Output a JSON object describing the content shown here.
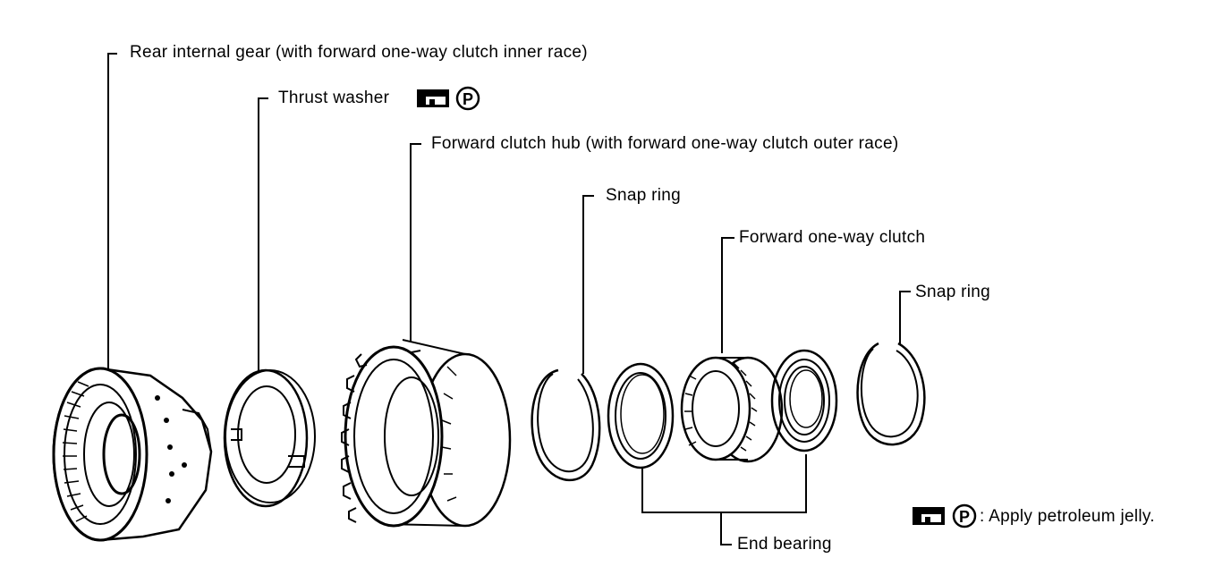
{
  "callouts": {
    "rear_internal_gear": "Rear internal gear (with forward one-way clutch inner race)",
    "thrust_washer": "Thrust washer",
    "forward_clutch_hub": "Forward clutch hub (with forward one-way clutch outer race)",
    "snap_ring_1": "Snap ring",
    "forward_one_way_clutch": "Forward one-way clutch",
    "snap_ring_2": "Snap ring",
    "end_bearing": "End bearing"
  },
  "legend": {
    "symbol_letter": "P",
    "text": ": Apply petroleum jelly."
  },
  "colors": {
    "ink": "#000000",
    "paper": "#ffffff"
  }
}
